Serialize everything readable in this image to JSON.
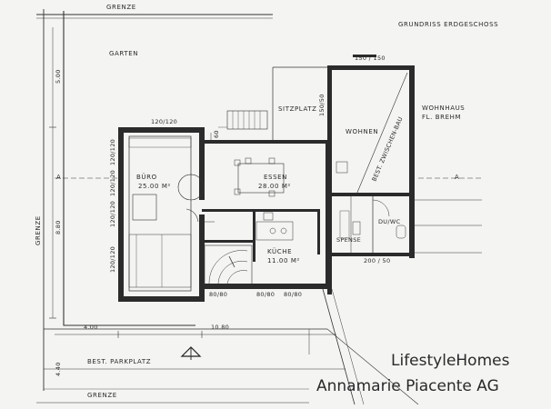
{
  "title": "GRUNDRISS ERDGESCHOSS",
  "labels": {
    "grenze_top": "GRENZE",
    "grenze_left": "GRENZE",
    "grenze_bottom": "GRENZE",
    "garten": "GARTEN",
    "sitzplatz": "SITZPLATZ",
    "wohnen": "WOHNEN",
    "wohnhaus_1": "WOHNHAUS",
    "wohnhaus_2": "FL. BREHM",
    "zwischenbau": "BEST. ZWISCHEN-BAU",
    "buero_name": "BÜRO",
    "buero_area": "25.00 M²",
    "essen_name": "ESSEN",
    "essen_area": "28.00 M²",
    "kueche_name": "KÜCHE",
    "kueche_area": "11.00 M²",
    "spense": "SPENSE",
    "du_wc": "DU/WC",
    "parkplatz": "BEST. PARKPLATZ",
    "section_a_left": "A",
    "section_a_right": "A"
  },
  "dimensions": {
    "d_500": "5.00",
    "d_880": "8.80",
    "d_440": "4.40",
    "d_400": "4.00",
    "d_1080": "10.80",
    "d_150_150": "150 / 150",
    "d_120_120_top": "120/120",
    "d_120_120_l1": "120/120",
    "d_120_120_l2": "120/120",
    "d_120_120_l3": "120/120",
    "d_120_120_l4": "120/120",
    "d_200_50": "200 / 50",
    "d_150_50": "150/50",
    "d_60": "60",
    "d_80_80_a": "80/80",
    "d_80_80_b": "80/80",
    "d_80_80_c": "80/80"
  },
  "watermark": {
    "line1": "LifestyleHomes",
    "line2": "Annamarie Piacente AG"
  }
}
